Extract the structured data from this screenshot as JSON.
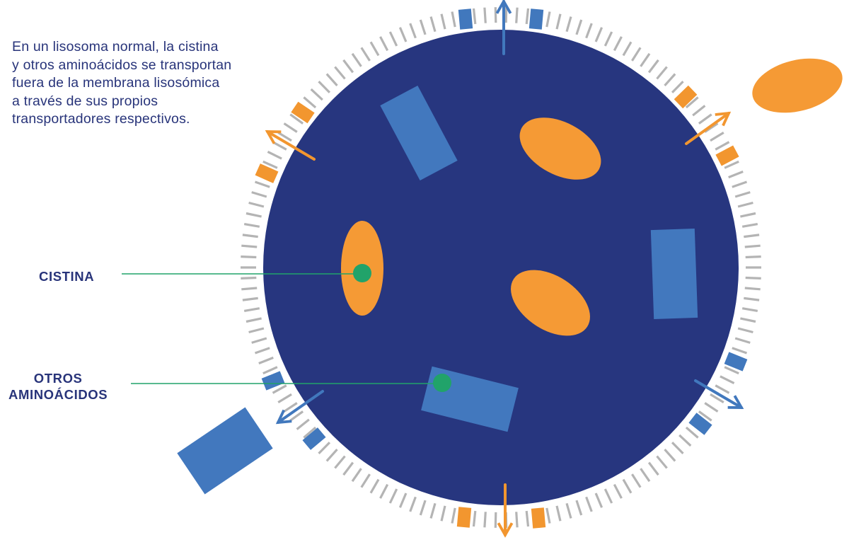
{
  "intro_text": [
    "En un lisosoma normal, la cistina",
    "y otros aminoácidos se transportan",
    "fuera de la membrana lisosómica",
    "a través de sus propios",
    "transportadores respectivos."
  ],
  "labels": {
    "cistina": "CISTINA",
    "otros_line1": "OTROS",
    "otros_line2": "AMINOÁCIDOS"
  },
  "colors": {
    "lysosome": "#27367f",
    "membrane_tick": "#b4b4b4",
    "transporter_blue": "#4178bd",
    "transporter_orange": "#f2962f",
    "cystine": "#f59a35",
    "amino_acid_block": "#4278be",
    "pointer": "#21a36a",
    "text": "#28347a"
  }
}
